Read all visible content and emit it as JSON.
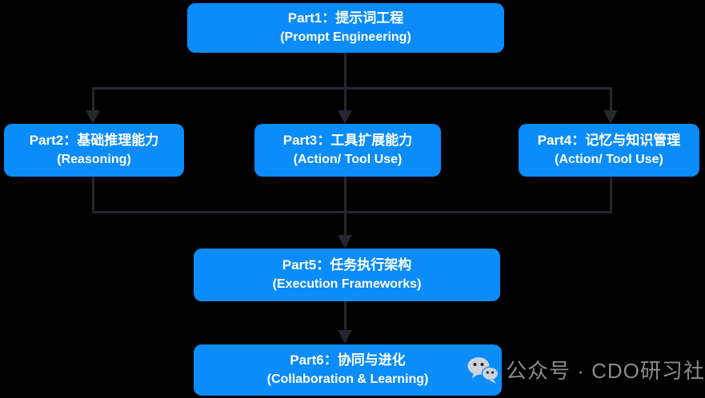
{
  "diagram": {
    "type": "flowchart",
    "colors": {
      "background": "#000000",
      "node_fill": "#0a8cfa",
      "node_text": "#ffffff",
      "connector": "#24272d",
      "watermark_text": "#898b8d"
    },
    "nodes": [
      {
        "id": "part1",
        "title": "Part1：提示词工程",
        "subtitle": "(Prompt Engineering)"
      },
      {
        "id": "part2",
        "title": "Part2：基础推理能力",
        "subtitle": "(Reasoning)"
      },
      {
        "id": "part3",
        "title": "Part3：工具扩展能力",
        "subtitle": "(Action/ Tool Use)"
      },
      {
        "id": "part4",
        "title": "Part4：记忆与知识管理",
        "subtitle": "(Action/ Tool Use)"
      },
      {
        "id": "part5",
        "title": "Part5：任务执行架构",
        "subtitle": "(Execution Frameworks)"
      },
      {
        "id": "part6",
        "title": "Part6：协同与进化",
        "subtitle": "(Collaboration & Learning)"
      }
    ],
    "edges": [
      {
        "from": "part1",
        "to": "part2"
      },
      {
        "from": "part1",
        "to": "part3"
      },
      {
        "from": "part1",
        "to": "part4"
      },
      {
        "from": "part2",
        "to": "part5"
      },
      {
        "from": "part3",
        "to": "part5"
      },
      {
        "from": "part4",
        "to": "part5"
      },
      {
        "from": "part5",
        "to": "part6"
      }
    ]
  },
  "watermark": {
    "icon": "wechat-icon",
    "label": "公众号 · CDO研习社"
  }
}
